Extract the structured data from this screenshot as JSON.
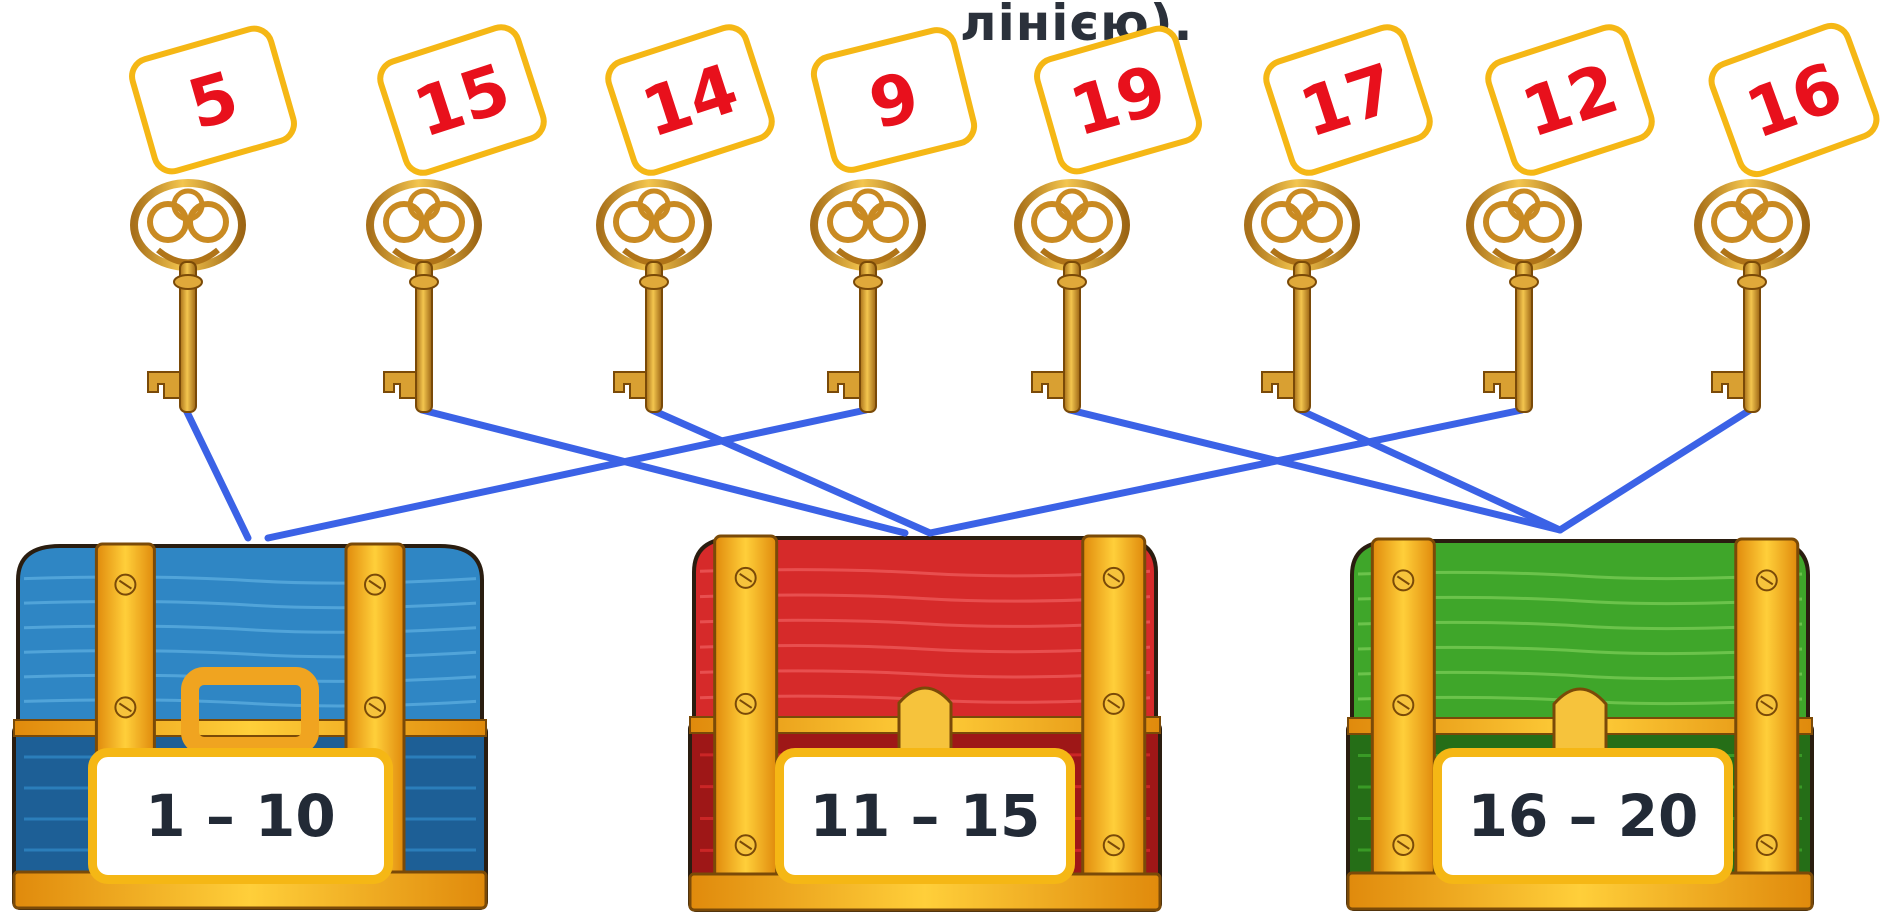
{
  "title": "лінією).",
  "keys": [
    {
      "number": "5"
    },
    {
      "number": "15"
    },
    {
      "number": "14"
    },
    {
      "number": "9"
    },
    {
      "number": "19"
    },
    {
      "number": "17"
    },
    {
      "number": "12"
    },
    {
      "number": "16"
    }
  ],
  "chests": [
    {
      "label": "1 – 10",
      "color": "blue",
      "body": "#2f86c4",
      "dark": "#1d5f96",
      "light": "#5fb0e3"
    },
    {
      "label": "11 – 15",
      "color": "red",
      "body": "#d62a2a",
      "dark": "#9e1717",
      "light": "#f06060"
    },
    {
      "label": "16 – 20",
      "color": "green",
      "body": "#3fa62a",
      "dark": "#256e17",
      "light": "#7fd05a"
    }
  ],
  "connections": [
    {
      "key": "5",
      "chest": "1 – 10"
    },
    {
      "key": "9",
      "chest": "1 – 10"
    },
    {
      "key": "15",
      "chest": "11 – 15"
    },
    {
      "key": "14",
      "chest": "11 – 15"
    },
    {
      "key": "12",
      "chest": "11 – 15"
    },
    {
      "key": "19",
      "chest": "16 – 20"
    },
    {
      "key": "17",
      "chest": "16 – 20"
    },
    {
      "key": "16",
      "chest": "16 – 20"
    }
  ],
  "colors": {
    "tag_border": "#f5b715",
    "tag_text": "#e8101c",
    "key_gold": "#d9a032",
    "line": "#3b62e6",
    "label_text": "#222a36"
  },
  "icons": {
    "key": "key-icon",
    "chest": "treasure-chest-icon"
  }
}
